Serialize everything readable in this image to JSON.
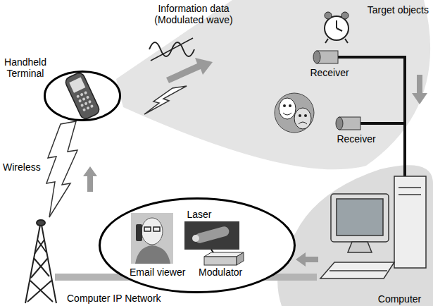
{
  "diagram": {
    "nodes": [
      {
        "text": [
          "Handheld Terminal"
        ]
      },
      {
        "text": [
          "Laser",
          "Email viewer",
          "Modulator"
        ]
      }
    ],
    "labels": [
      "Information data (Modulated wave)",
      "Target objects",
      "Receiver",
      "Receiver",
      "Wireless",
      "Computer IP Network",
      "Computer"
    ]
  }
}
